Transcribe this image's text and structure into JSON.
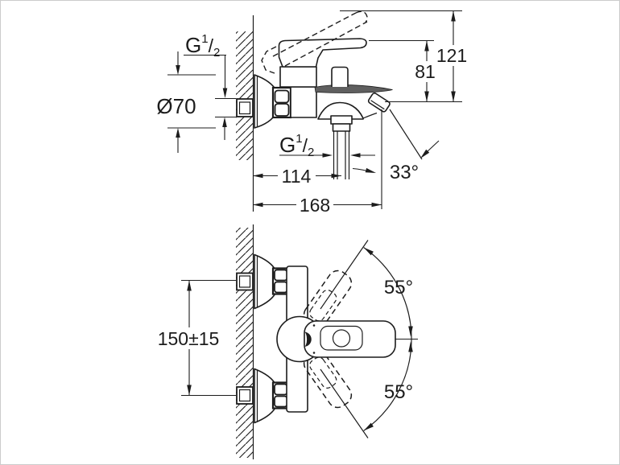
{
  "side_view": {
    "thread_size_wall": {
      "base": "G",
      "sup": "1",
      "slash": "/",
      "sub": "2"
    },
    "thread_size_outlet": {
      "base": "G",
      "sup": "1",
      "slash": "/",
      "sub": "2"
    },
    "escutcheon_diameter": "Ø70",
    "wall_to_outlet": "114",
    "wall_to_spout_tip": "168",
    "aerator_angle": "33°",
    "spout_to_handle_height": "81",
    "spout_to_raised_handle_height": "121"
  },
  "plan_view": {
    "inlet_spacing": "150±15",
    "handle_swing_upper": "55°",
    "handle_swing_lower": "55°"
  }
}
